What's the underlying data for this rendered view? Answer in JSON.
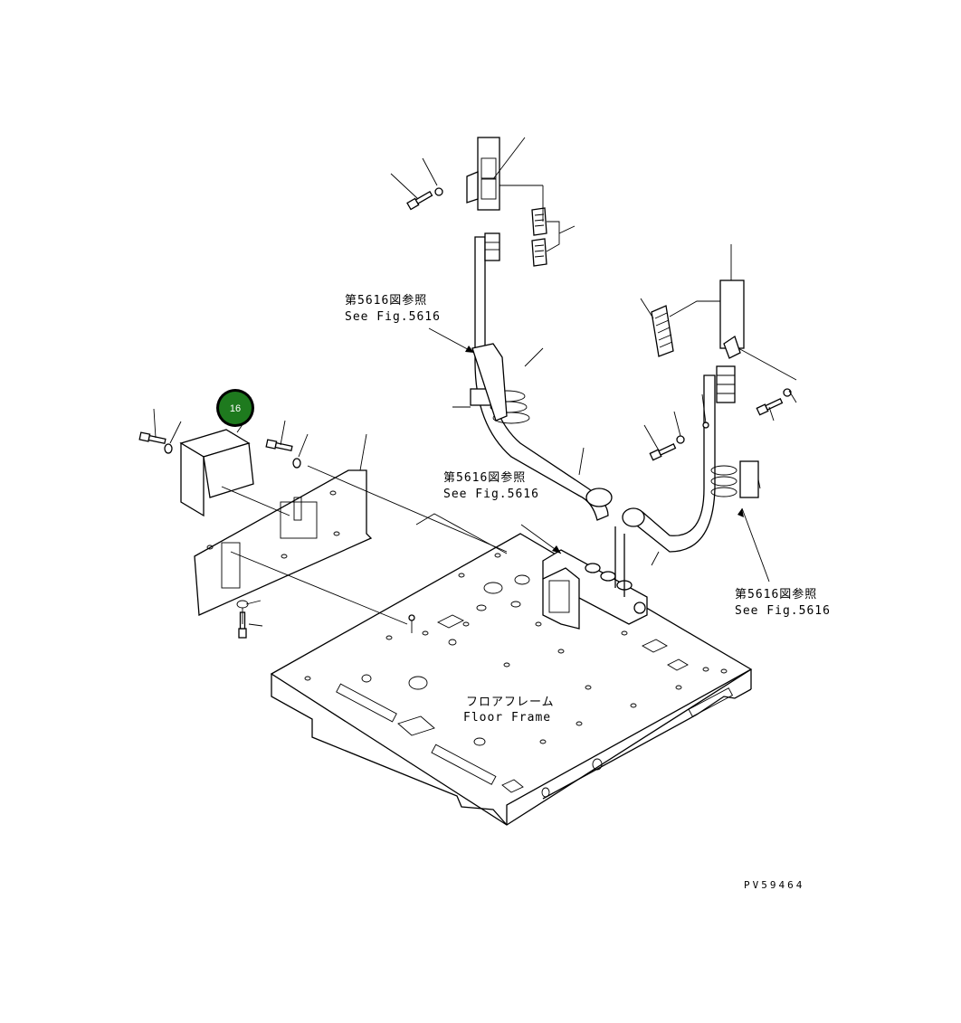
{
  "references": [
    {
      "jp": "第5616図参照",
      "en": "See Fig.5616"
    },
    {
      "jp": "第5616図参照",
      "en": "See Fig.5616"
    },
    {
      "jp": "第5616図参照",
      "en": "See Fig.5616"
    }
  ],
  "floor_frame": {
    "jp": "フロアフレーム",
    "en": "Floor Frame"
  },
  "callout": {
    "number": "16",
    "color": "#1e7a1e"
  },
  "drawing_code": "PV59464"
}
